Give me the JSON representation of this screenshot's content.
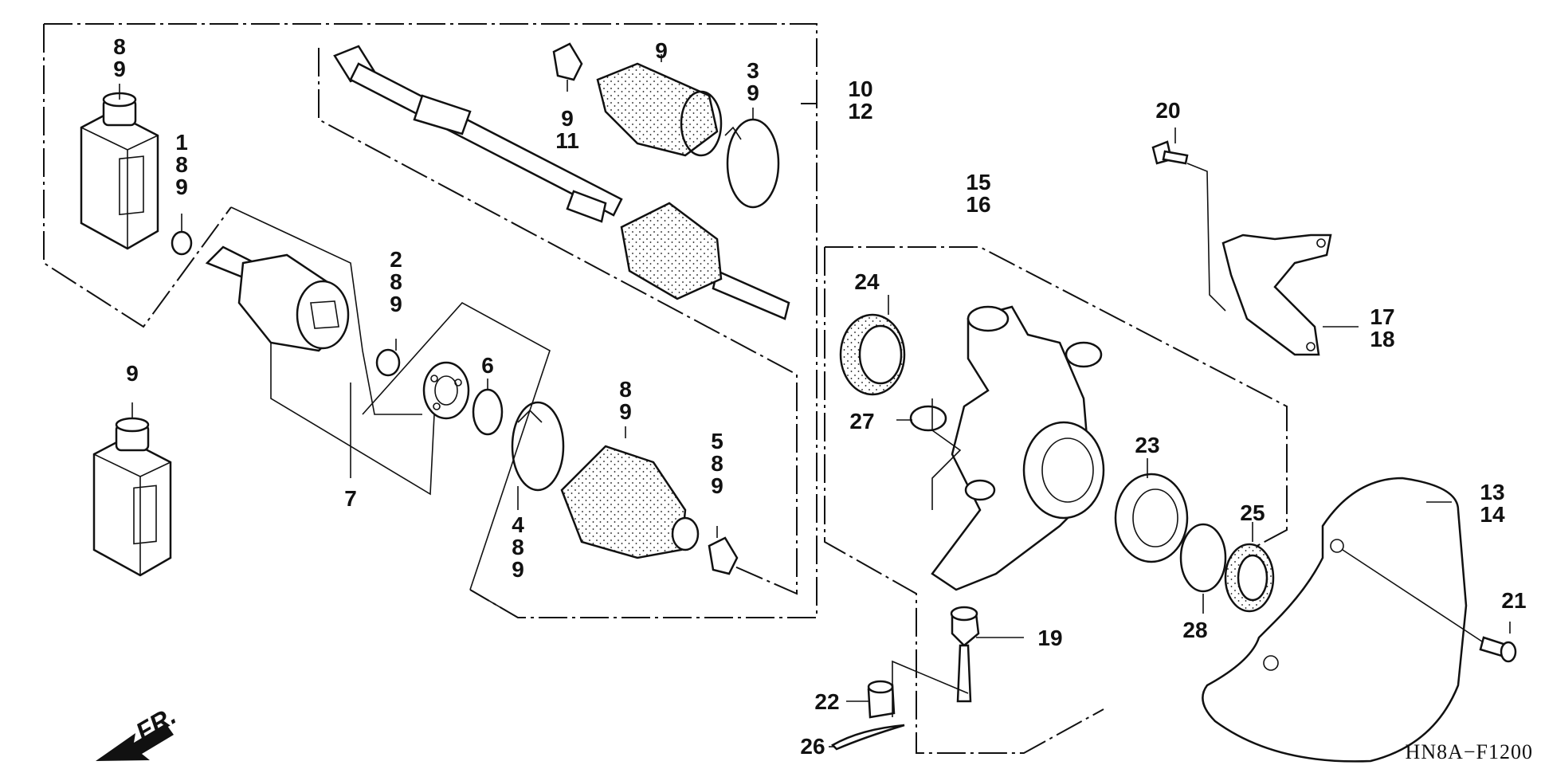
{
  "diagram": {
    "code": "HN8A−F1200",
    "direction_label": "FR.",
    "callouts": [
      {
        "id": "c-8-9-oil",
        "lines": [
          "8",
          "9"
        ]
      },
      {
        "id": "c-1-8-9",
        "lines": [
          "1",
          "8",
          "9"
        ]
      },
      {
        "id": "c-9-oil2",
        "lines": [
          "9"
        ]
      },
      {
        "id": "c-9-11",
        "lines": [
          "9",
          "11"
        ]
      },
      {
        "id": "c-9-boot",
        "lines": [
          "9"
        ]
      },
      {
        "id": "c-3-9",
        "lines": [
          "3",
          "9"
        ]
      },
      {
        "id": "c-10-12",
        "lines": [
          "10",
          "12"
        ]
      },
      {
        "id": "c-2-8-9",
        "lines": [
          "2",
          "8",
          "9"
        ]
      },
      {
        "id": "c-6",
        "lines": [
          "6"
        ]
      },
      {
        "id": "c-7",
        "lines": [
          "7"
        ]
      },
      {
        "id": "c-8-9-boot",
        "lines": [
          "8",
          "9"
        ]
      },
      {
        "id": "c-4-8-9",
        "lines": [
          "4",
          "8",
          "9"
        ]
      },
      {
        "id": "c-5-8-9",
        "lines": [
          "5",
          "8",
          "9"
        ]
      },
      {
        "id": "c-15-16",
        "lines": [
          "15",
          "16"
        ]
      },
      {
        "id": "c-24",
        "lines": [
          "24"
        ]
      },
      {
        "id": "c-27",
        "lines": [
          "27"
        ]
      },
      {
        "id": "c-20",
        "lines": [
          "20"
        ]
      },
      {
        "id": "c-17-18",
        "lines": [
          "17",
          "18"
        ]
      },
      {
        "id": "c-23",
        "lines": [
          "23"
        ]
      },
      {
        "id": "c-25",
        "lines": [
          "25"
        ]
      },
      {
        "id": "c-28",
        "lines": [
          "28"
        ]
      },
      {
        "id": "c-13-14",
        "lines": [
          "13",
          "14"
        ]
      },
      {
        "id": "c-21",
        "lines": [
          "21"
        ]
      },
      {
        "id": "c-19",
        "lines": [
          "19"
        ]
      },
      {
        "id": "c-22",
        "lines": [
          "22"
        ]
      },
      {
        "id": "c-26",
        "lines": [
          "26"
        ]
      }
    ]
  }
}
